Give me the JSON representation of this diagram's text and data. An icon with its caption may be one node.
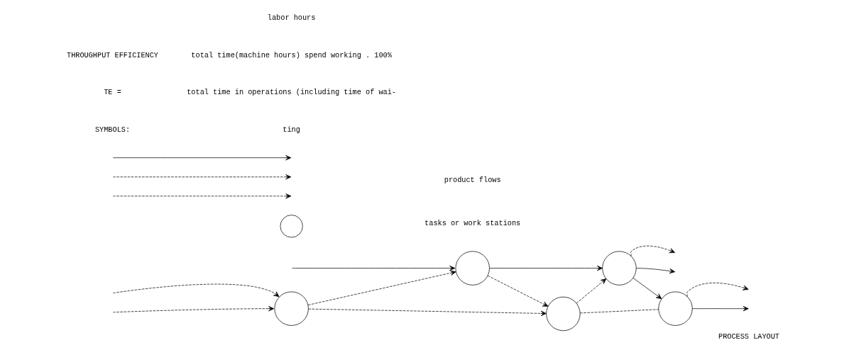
{
  "diagram": {
    "nodes": [
      {
        "text": [],
        "shape": "circle"
      },
      {
        "text": [],
        "shape": "circle"
      },
      {
        "text": [],
        "shape": "circle"
      },
      {
        "text": [],
        "shape": "circle"
      },
      {
        "text": [],
        "shape": "circle"
      },
      {
        "text": [],
        "shape": "circle"
      }
    ],
    "edges": [
      {
        "from": null,
        "to": 1,
        "arrow": "to"
      },
      {
        "from": null,
        "to": 0,
        "arrow": "to",
        "style": "dashed"
      },
      {
        "from": null,
        "to": 0,
        "arrow": "to",
        "style": "dashed"
      },
      {
        "from": 0,
        "to": 1,
        "arrow": "to",
        "style": "dashed"
      },
      {
        "from": 0,
        "to": 2,
        "arrow": "to",
        "style": "dashed"
      },
      {
        "from": 1,
        "to": 3,
        "arrow": "to"
      },
      {
        "from": 1,
        "to": 2,
        "arrow": "to",
        "style": "dashed"
      },
      {
        "from": 2,
        "to": 3,
        "arrow": "to",
        "style": "dashed"
      },
      {
        "from": 2,
        "to": 4,
        "arrow": "none",
        "style": "dashed"
      },
      {
        "from": 3,
        "to": null,
        "arrow": "to",
        "style": "dashed"
      },
      {
        "from": 3,
        "to": null,
        "arrow": "to"
      },
      {
        "from": 3,
        "to": 4,
        "arrow": "to"
      },
      {
        "from": 4,
        "to": null,
        "arrow": "to",
        "style": "dashed"
      },
      {
        "from": 4,
        "to": null,
        "arrow": "to"
      }
    ],
    "labels": [
      "PROCESS LAYOUT",
      "SYMBOLS:",
      "labor hours",
      "TE =",
      "total time(machine hours) spend working . 100%",
      "total time in operations (including time of wai-",
      "ting",
      "THROUGHPUT EFFICIENCY"
    ],
    "legend": [
      {
        "text": "product flows"
      },
      {
        "text": "tasks or work stations"
      }
    ]
  }
}
